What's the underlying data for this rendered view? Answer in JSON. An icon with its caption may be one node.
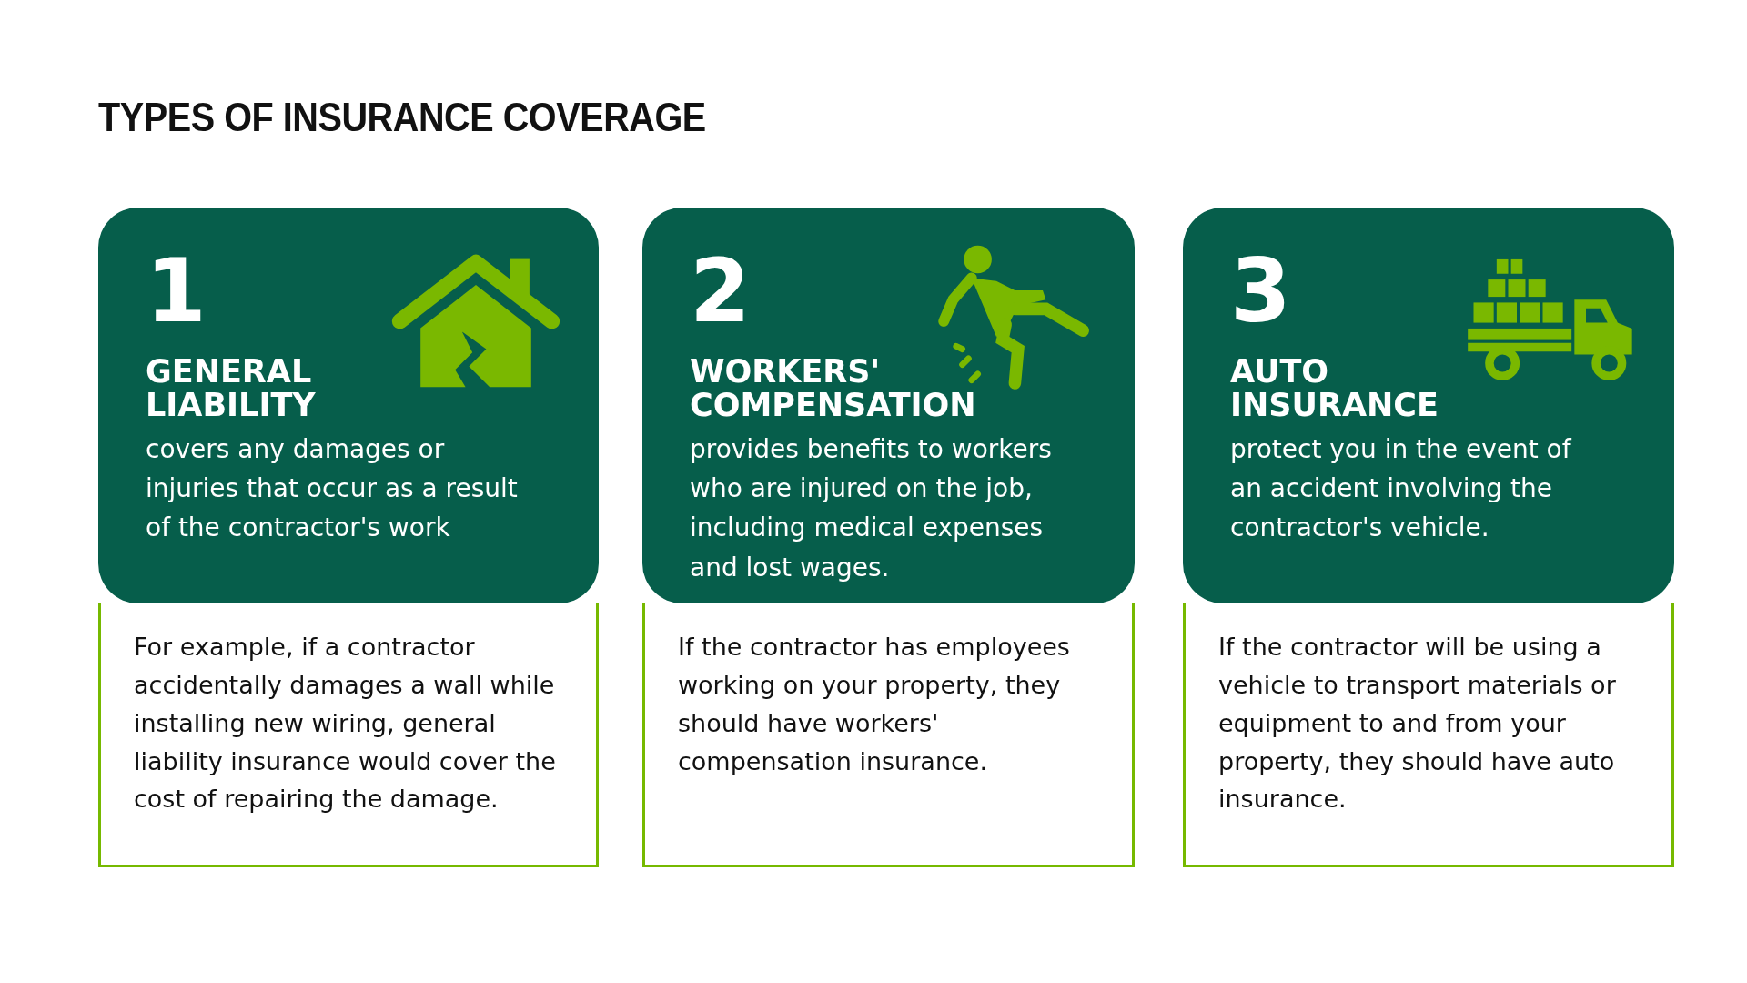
{
  "diagram": {
    "title": "TYPES OF INSURANCE COVERAGE",
    "nodes": [
      {
        "text": [
          "1",
          "GENERAL LIABILITY",
          "covers any damages or injuries that occur as a result of the contractor's work"
        ]
      },
      {
        "text": [
          "For example, if a contractor accidentally damages a wall while installing new wiring, general liability insurance would cover the cost of repairing the damage."
        ]
      },
      {
        "text": [
          "2",
          "WORKERS' COMPENSATION",
          "provides benefits to workers who are injured on the job, including medical expenses and lost wages."
        ]
      },
      {
        "text": [
          "If the contractor has employees working on your property, they should have workers' compensation insurance."
        ]
      },
      {
        "text": [
          "3",
          "AUTO INSURANCE",
          "protect you in the event of an accident involving the contractor's vehicle."
        ]
      },
      {
        "text": [
          "If the contractor will be using a vehicle to transport materials or equipment to and from your property, they should have auto insurance."
        ]
      }
    ],
    "edges": []
  }
}
